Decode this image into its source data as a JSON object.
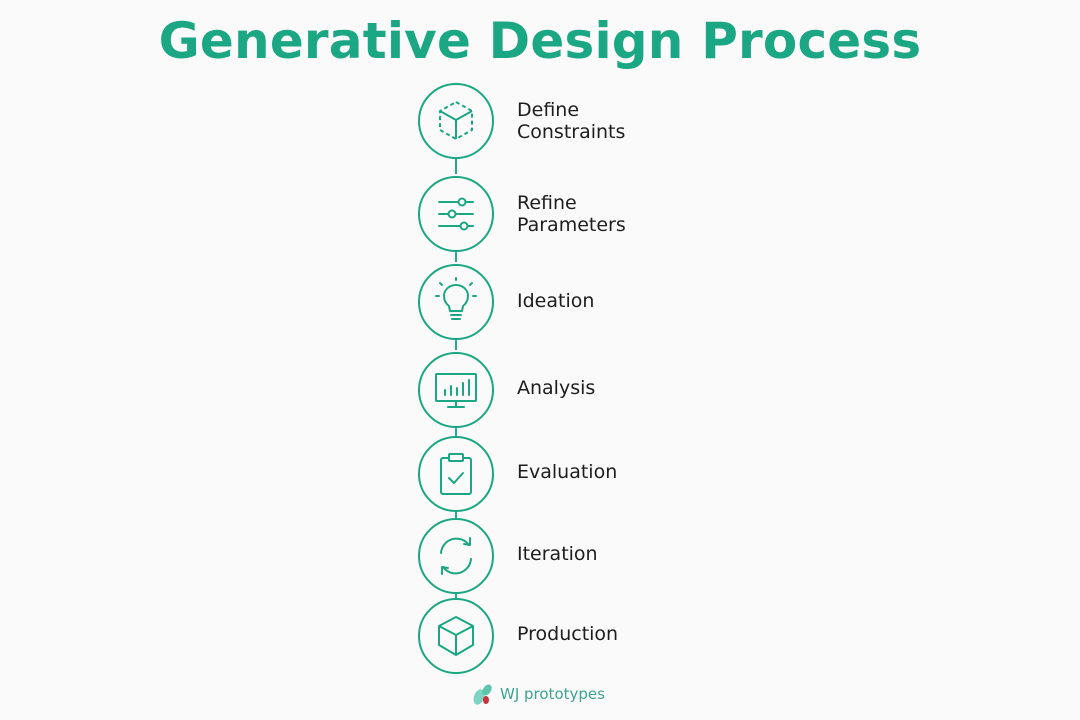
{
  "title": "Generative Design Process",
  "steps": [
    {
      "label": "Define\nConstraints",
      "icon": "dashed-cube-icon"
    },
    {
      "label": "Refine\nParameters",
      "icon": "sliders-icon"
    },
    {
      "label": "Ideation",
      "icon": "lightbulb-icon"
    },
    {
      "label": "Analysis",
      "icon": "monitor-chart-icon"
    },
    {
      "label": "Evaluation",
      "icon": "clipboard-check-icon"
    },
    {
      "label": "Iteration",
      "icon": "cycle-arrows-icon"
    },
    {
      "label": "Production",
      "icon": "cube-icon"
    }
  ],
  "logo": {
    "text": "WJ prototypes",
    "icon": "leaf-logo-icon"
  },
  "colors": {
    "accent": "#1ba784",
    "text": "#1d1d1d",
    "background": "#fafafa"
  }
}
